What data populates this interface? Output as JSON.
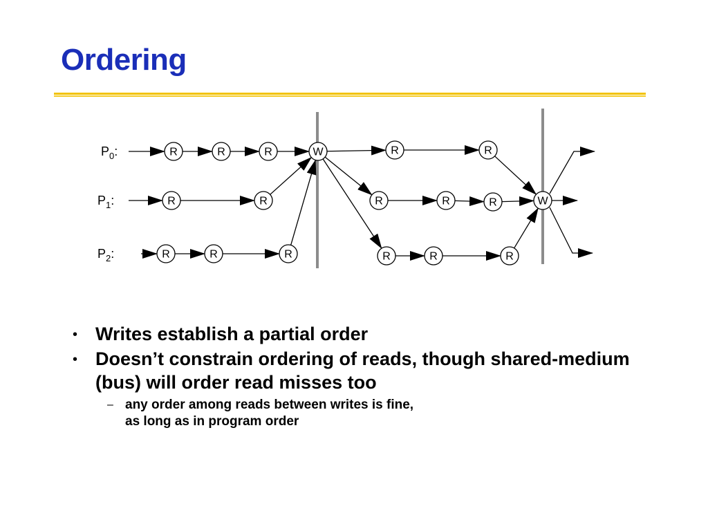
{
  "slide": {
    "title": "Ordering"
  },
  "diagram": {
    "processors": [
      {
        "prefix": "P",
        "sub": "0",
        "suffix": ":"
      },
      {
        "prefix": "P",
        "sub": "1",
        "suffix": ":"
      },
      {
        "prefix": "P",
        "sub": "2",
        "suffix": ":"
      }
    ],
    "nodes": [
      {
        "id": "p0r1",
        "label": "R"
      },
      {
        "id": "p0r2",
        "label": "R"
      },
      {
        "id": "p0r3",
        "label": "R"
      },
      {
        "id": "w1",
        "label": "W"
      },
      {
        "id": "p0r4",
        "label": "R"
      },
      {
        "id": "p0r5",
        "label": "R"
      },
      {
        "id": "p1r1",
        "label": "R"
      },
      {
        "id": "p1r2",
        "label": "R"
      },
      {
        "id": "p1r3",
        "label": "R"
      },
      {
        "id": "p1r4",
        "label": "R"
      },
      {
        "id": "p1r5",
        "label": "R"
      },
      {
        "id": "w2",
        "label": "W"
      },
      {
        "id": "p2r1",
        "label": "R"
      },
      {
        "id": "p2r2",
        "label": "R"
      },
      {
        "id": "p2r3",
        "label": "R"
      },
      {
        "id": "p2r4",
        "label": "R"
      },
      {
        "id": "p2r5",
        "label": "R"
      },
      {
        "id": "p2r6",
        "label": "R"
      }
    ]
  },
  "bullets": [
    {
      "marker": "•",
      "text": "Writes establish a partial order",
      "children": []
    },
    {
      "marker": "•",
      "text": "Doesn’t constrain ordering of reads, though shared-medium (bus) will order read misses too",
      "children": [
        {
          "marker": "–",
          "lines": [
            "any order among reads between writes is fine,",
            "as long as in program order"
          ]
        }
      ]
    }
  ]
}
